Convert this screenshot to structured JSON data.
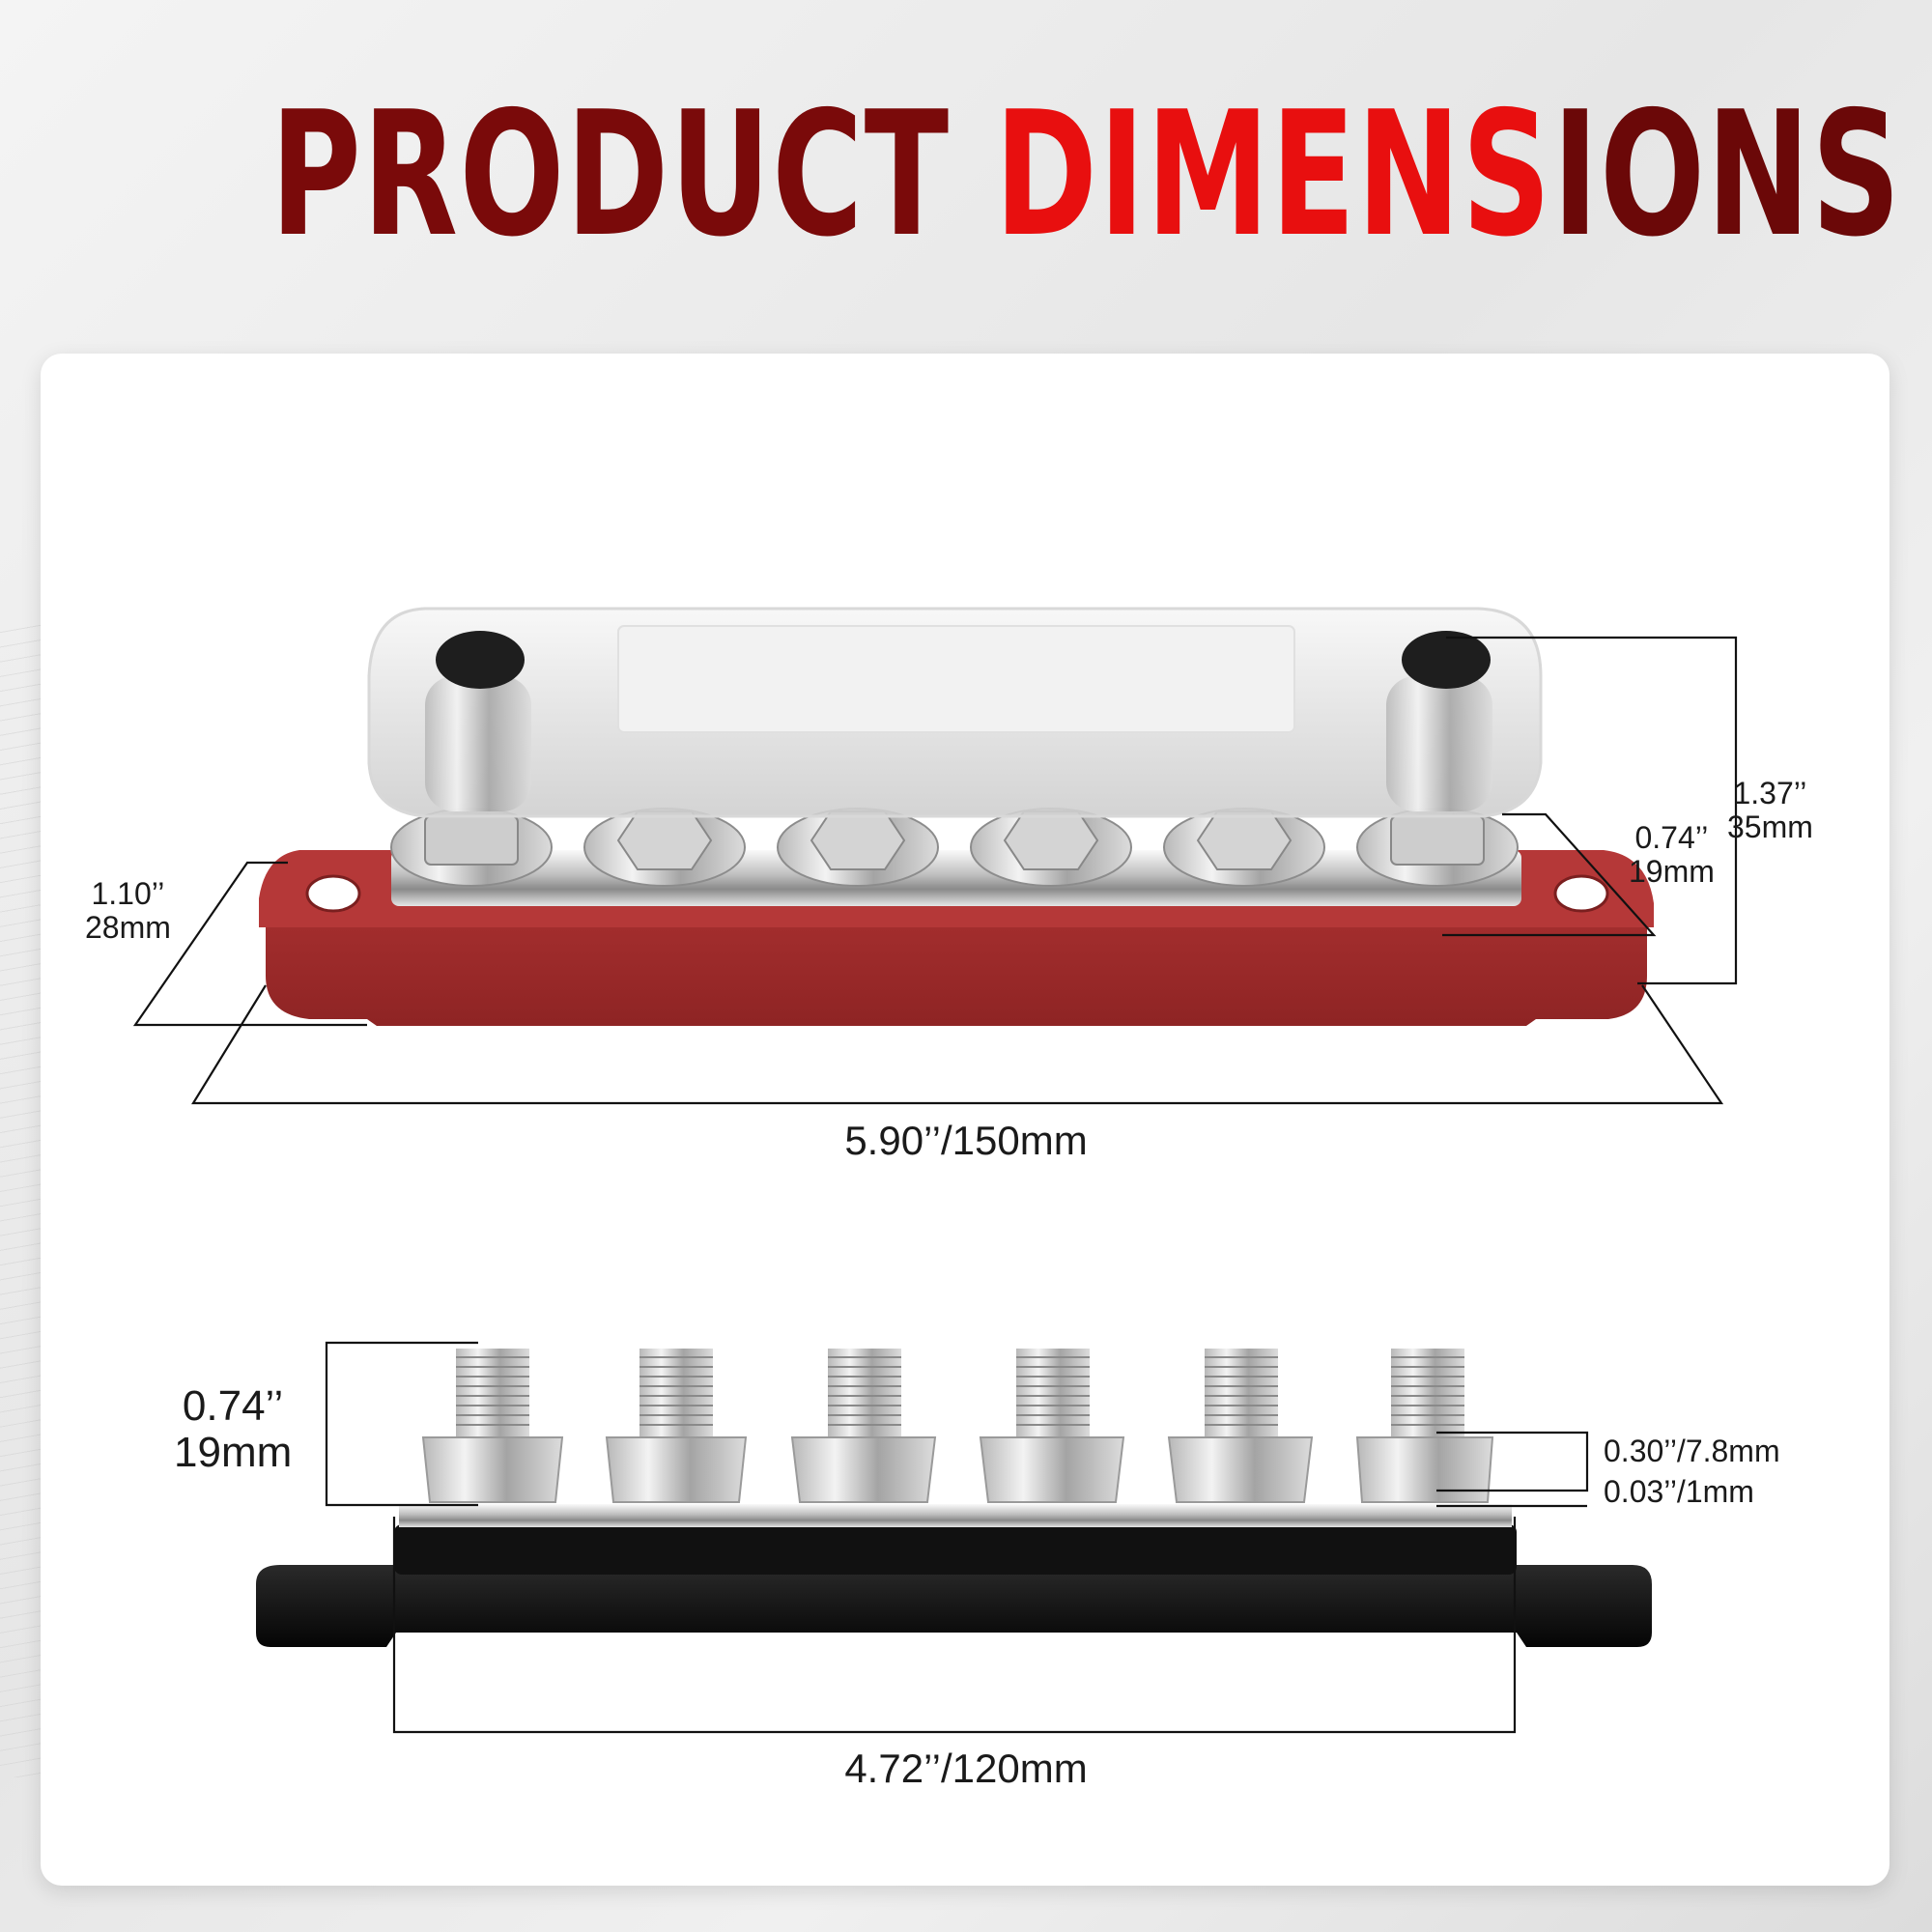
{
  "header": {
    "title_part1": "PRODUCT ",
    "title_part2": "DIMENS",
    "title_part3": "IONS"
  },
  "top_view": {
    "total_height": {
      "inches": "1.37’’",
      "mm": "35mm"
    },
    "stud_height": {
      "inches": "0.74’’",
      "mm": "19mm"
    },
    "base_width": {
      "inches": "1.10’’",
      "mm": "28mm"
    },
    "length": "5.90’’/150mm",
    "stud_count": 6
  },
  "side_view": {
    "stud_height": {
      "inches": "0.74’’",
      "mm": "19mm"
    },
    "nut_height": "0.30’’/7.8mm",
    "washer_thickness": "0.03’’/1mm",
    "mounting_length": "4.72’’/120mm",
    "stud_count": 6
  },
  "colors": {
    "title_dark": "#7a0a0a",
    "title_bright": "#e80f0f",
    "base_red": "#a42a2a",
    "base_black": "#0e0e0e"
  }
}
